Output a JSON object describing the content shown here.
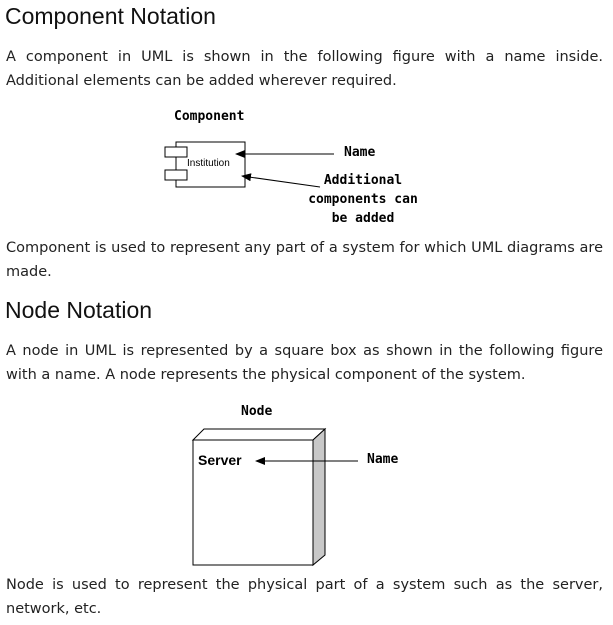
{
  "component_section": {
    "heading": "Component Notation",
    "intro": "A component in UML is shown in the following figure with a name inside. Additional elements can be added wherever required.",
    "figure": {
      "title": "Component",
      "box_label": "Institution",
      "name_label": "Name",
      "additional_line1": "Additional",
      "additional_line2": "components can",
      "additional_line3": "be added"
    },
    "outro": "Component is used to represent any part of a system for which UML diagrams are made."
  },
  "node_section": {
    "heading": "Node Notation",
    "intro": "A node in UML is represented by a square box as shown in the following figure with a name. A node represents the physical component of the system.",
    "figure": {
      "title": "Node",
      "box_label": "Server",
      "name_label": "Name"
    },
    "outro": "Node is used to represent the physical part of a system such as the server, network, etc."
  }
}
